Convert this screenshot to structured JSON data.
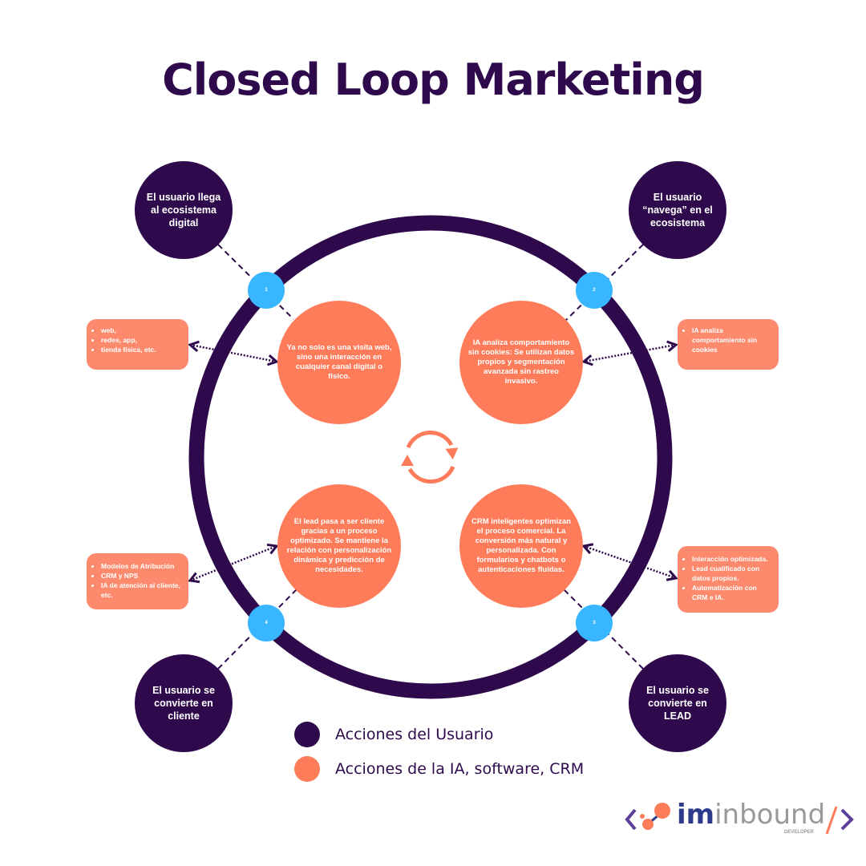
{
  "title": "Closed Loop Marketing",
  "colors": {
    "user": "#2e0a4d",
    "ai": "#fe7c5a",
    "step": "#38b6ff",
    "box": "#fe8a6e"
  },
  "steps": [
    {
      "number": "1",
      "user_action": "El usuario llega al ecosistema digital",
      "ai_action": "Ya no solo es una visita web, sino una interacción en cualquier canal digital o físico.",
      "details": [
        "web,",
        "redes, app,",
        "tienda física, etc."
      ]
    },
    {
      "number": "2",
      "user_action": "El usuario “navega” en el ecosistema",
      "ai_action": "IA analiza comportamiento sin cookies: Se utilizan datos propios y segmentación avanzada sin rastreo invasivo.",
      "details": [
        "IA analiza comportamiento sin cookies"
      ]
    },
    {
      "number": "3",
      "user_action": "El usuario se convierte en LEAD",
      "ai_action": "CRM inteligentes optimizan el proceso comercial. La conversión más natural y personalizada. Con formularios y chatbots o autenticaciones fluidas.",
      "details": [
        "Interacción optimizada.",
        "Lead cualificado con datos propios.",
        "Automatización con CRM e IA."
      ]
    },
    {
      "number": "4",
      "user_action": "El usuario se convierte en cliente",
      "ai_action": "El lead pasa a ser cliente gracias a un proceso optimizado. Se mantiene la relación con personalización dinámica y predicción de necesidades.",
      "details": [
        "Modelos de Atribución",
        "CRM y NPS",
        "IA de atención al cliente, etc."
      ]
    }
  ],
  "center_icon": "refresh-cycle-icon",
  "legend": [
    {
      "label": "Acciones del Usuario",
      "color": "#2e0a4d"
    },
    {
      "label": "Acciones de la IA, software, CRM",
      "color": "#fe7c5a"
    }
  ],
  "logo": {
    "brand_bold": "im",
    "brand_light": "inbound",
    "sub": "DEVELOPER"
  }
}
